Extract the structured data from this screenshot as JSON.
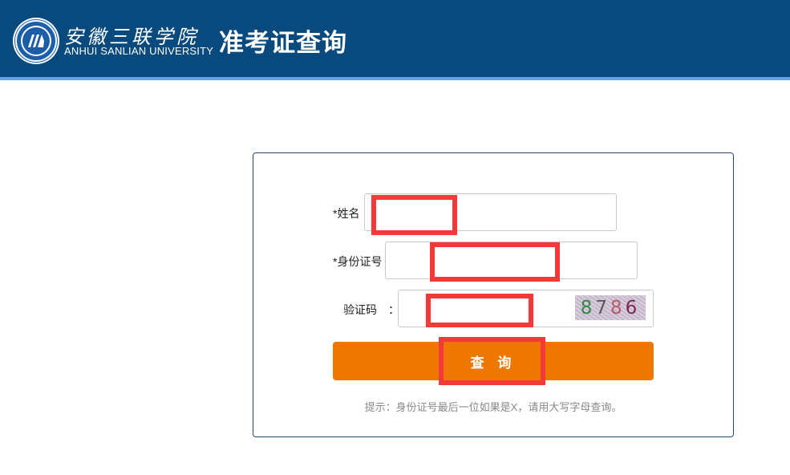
{
  "header": {
    "school_name_cn": "安徽三联学院",
    "school_name_en": "ANHUI SANLIAN UNIVERSITY",
    "page_title": "准考证查询",
    "logo_icon": "university-emblem-icon",
    "colors": {
      "background": "#084a7e",
      "stripe": "#6a9fe0"
    }
  },
  "form": {
    "fields": [
      {
        "label": "*姓名",
        "value": "",
        "redacted": true
      },
      {
        "label": "*身份证号",
        "value": "",
        "redacted": true
      },
      {
        "label": "验证码　：",
        "value": "",
        "redacted": true
      }
    ],
    "captcha": {
      "text": "8786",
      "digits": [
        "8",
        "7",
        "8",
        "6"
      ]
    },
    "submit_label": "查 询",
    "hint": "提示：身份证号最后一位如果是X，请用大写字母查询。",
    "colors": {
      "button": "#ee7700",
      "card_border": "#27486e",
      "redaction": "#f23a3a"
    }
  }
}
